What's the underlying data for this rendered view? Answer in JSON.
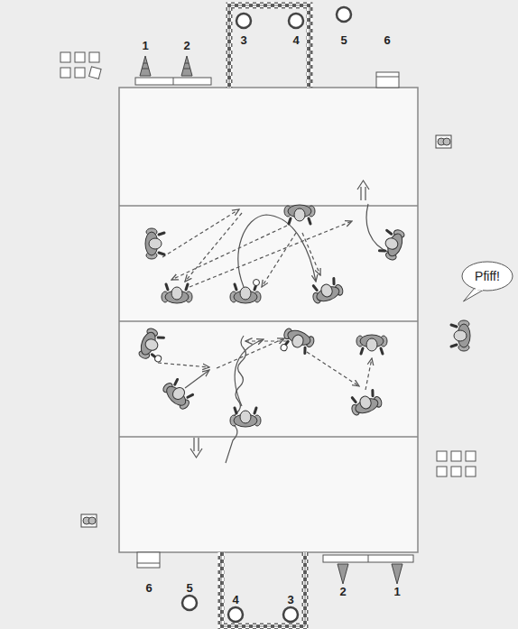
{
  "diagram": {
    "nodes": [
      {
        "text": [
          "Pfiff!"
        ]
      }
    ],
    "labels": [
      "1",
      "2",
      "3",
      "4",
      "5",
      "6",
      "6",
      "5",
      "4",
      "3",
      "2",
      "1"
    ]
  }
}
